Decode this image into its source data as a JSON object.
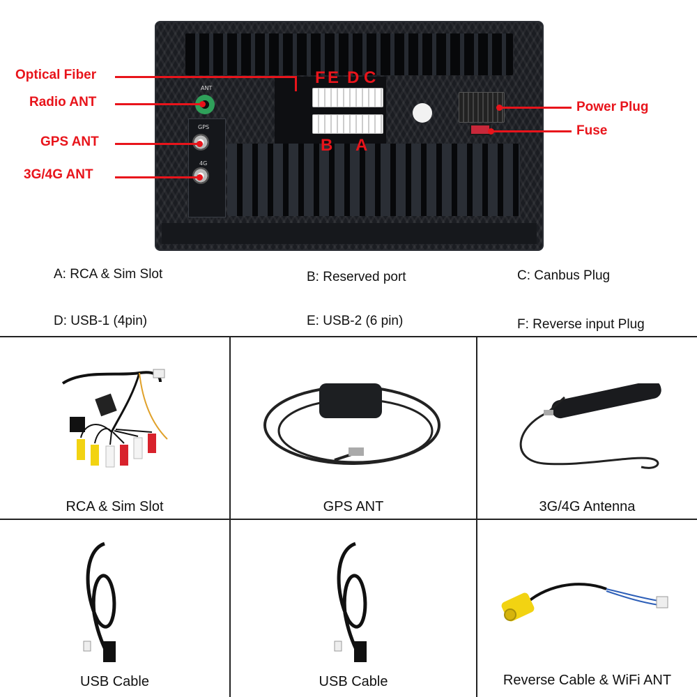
{
  "callouts": {
    "optical_fiber": "Optical Fiber",
    "radio_ant": "Radio ANT",
    "gps_ant": "GPS ANT",
    "g34_ant": "3G/4G ANT",
    "power_plug": "Power Plug",
    "fuse": "Fuse"
  },
  "connector_letters": {
    "f": "F",
    "e": "E",
    "d": "D",
    "c": "C",
    "b": "B",
    "a": "A"
  },
  "panel_labels": {
    "ant": "ANT",
    "gps": "GPS",
    "g4": "4G"
  },
  "legend": {
    "a": "A: RCA & Sim Slot",
    "b": "B: Reserved port",
    "c": "C: Canbus Plug",
    "d": "D: USB-1 (4pin)",
    "e": "E: USB-2 (6 pin)",
    "f": "F: Reverse input Plug"
  },
  "accessories": [
    {
      "caption": "RCA & Sim Slot"
    },
    {
      "caption": "GPS ANT"
    },
    {
      "caption": "3G/4G Antenna"
    },
    {
      "caption": "USB Cable"
    },
    {
      "caption": "USB Cable"
    },
    {
      "caption": "Reverse Cable & WiFi ANT"
    }
  ],
  "colors": {
    "accent_red": "#e8141b",
    "panel": "#1b1d22",
    "rca_yellow": "#f2d312",
    "rca_red": "#d8222c",
    "rca_white": "#f4f4f4"
  }
}
